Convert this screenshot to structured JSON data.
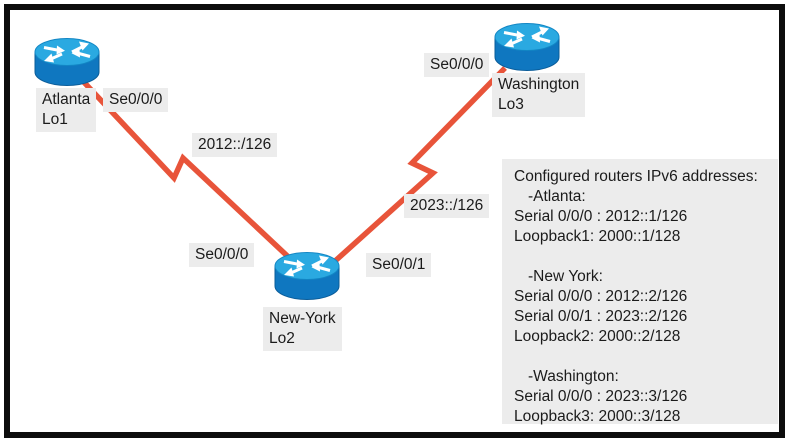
{
  "diagram": {
    "routers": [
      {
        "name": "Atlanta",
        "label_line1": "Atlanta",
        "label_line2": "Lo1"
      },
      {
        "name": "New-York",
        "label_line1": "New-York",
        "label_line2": "Lo2"
      },
      {
        "name": "Washington",
        "label_line1": "Washington",
        "label_line2": "Lo3"
      }
    ],
    "interface_labels": {
      "atlanta_se000": "Se0/0/0",
      "newyork_se000": "Se0/0/0",
      "newyork_se001": "Se0/0/1",
      "washington_se000": "Se0/0/0"
    },
    "network_labels": {
      "left_link": "2012::/126",
      "right_link": "2023::/126"
    }
  },
  "info_box": {
    "title": "Configured routers IPv6 addresses:",
    "sections": [
      {
        "heading": "-Atlanta:",
        "lines": [
          "Serial 0/0/0 : 2012::1/126",
          "Loopback1: 2000::1/128"
        ]
      },
      {
        "heading": "-New York:",
        "lines": [
          "Serial 0/0/0 : 2012::2/126",
          "Serial 0/0/1 : 2023::2/126",
          "Loopback2: 2000::2/128"
        ]
      },
      {
        "heading": "-Washington:",
        "lines": [
          "Serial 0/0/0 : 2023::3/126",
          "Loopback3: 2000::3/128"
        ]
      }
    ]
  },
  "colors": {
    "link": "#e8543a",
    "router_top": "#2aa9e1",
    "router_body": "#0f77c0",
    "label_background": "#ececec",
    "frame": "#0d0d0d"
  }
}
